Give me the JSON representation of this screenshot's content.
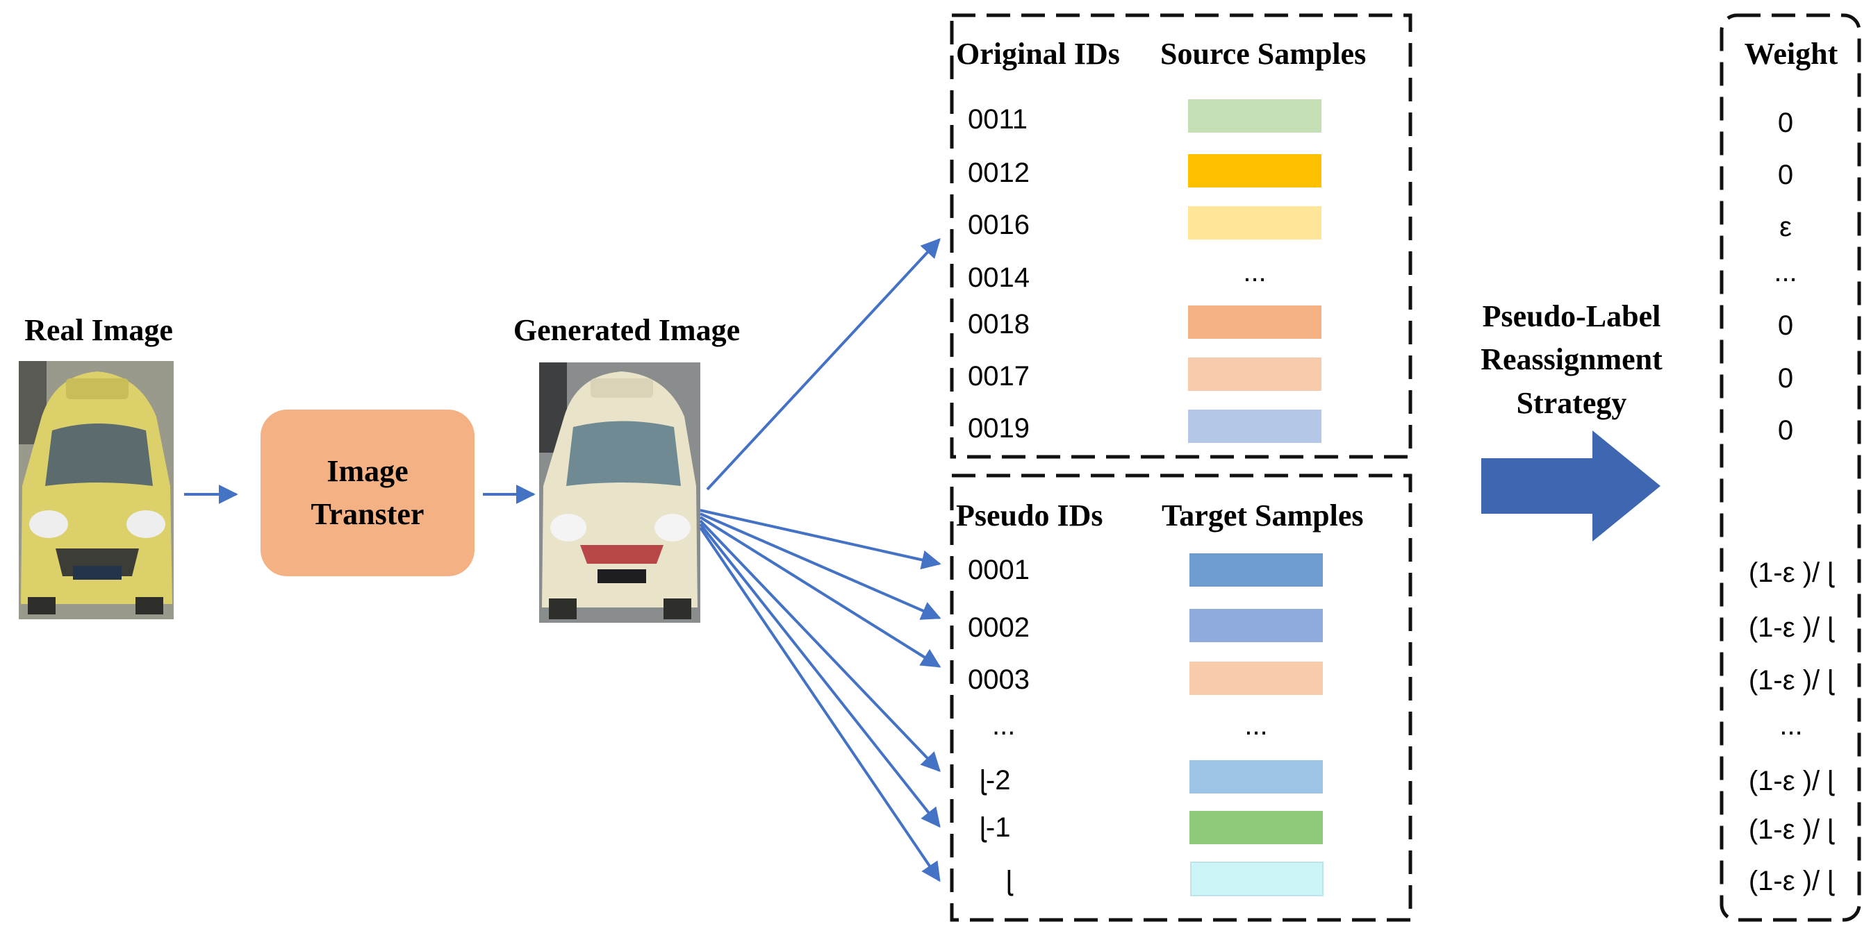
{
  "real_image": {
    "label": "Real Image",
    "car_color": "#dcd06a",
    "icon": "yellow-car-photo"
  },
  "transfer_box": {
    "label_line1": "Image",
    "label_line2": "Transter",
    "color": "#f4b183"
  },
  "generated_image": {
    "label": "Generated Image",
    "car_color": "#e9e3c9",
    "icon": "white-car-photo"
  },
  "source_panel": {
    "col1_header": "Original IDs",
    "col2_header": "Source Samples",
    "rows": [
      {
        "id": "0011",
        "color": "#c5e0b4"
      },
      {
        "id": "0012",
        "color": "#ffc000"
      },
      {
        "id": "0016",
        "color": "#ffe699"
      },
      {
        "id": "0014",
        "ellipsis": "..."
      },
      {
        "id": "0018",
        "color": "#f4b183"
      },
      {
        "id": "0017",
        "color": "#f8cbad"
      },
      {
        "id": "0019",
        "color": "#b4c7e7"
      }
    ]
  },
  "target_panel": {
    "col1_header": "Pseudo IDs",
    "col2_header": "Target Samples",
    "rows": [
      {
        "id": "0001",
        "color": "#6e9bd0"
      },
      {
        "id": "0002",
        "color": "#8faadc"
      },
      {
        "id": "0003",
        "color": "#f8cbad"
      },
      {
        "id": "...",
        "ellipsis": "..."
      },
      {
        "id": "ɭ-2",
        "color": "#9dc3e6"
      },
      {
        "id": "ɭ-1",
        "color": "#8fc97a"
      },
      {
        "id": "ɭ",
        "color": "#ccf5f7"
      }
    ]
  },
  "strategy": {
    "line1": "Pseudo-Label",
    "line2": "Reassignment",
    "line3": "Strategy",
    "arrow_color": "#3f67b1"
  },
  "weight_panel": {
    "header": "Weight",
    "values": [
      "0",
      "0",
      "ε",
      "...",
      "0",
      "0",
      "0",
      "(1-ε )/ ɭ",
      "(1-ε )/ ɭ",
      "(1-ε )/ ɭ",
      "...",
      "(1-ε )/ ɭ",
      "(1-ε )/ ɭ",
      "(1-ε )/ ɭ"
    ]
  },
  "arrow_color": "#4472c4"
}
